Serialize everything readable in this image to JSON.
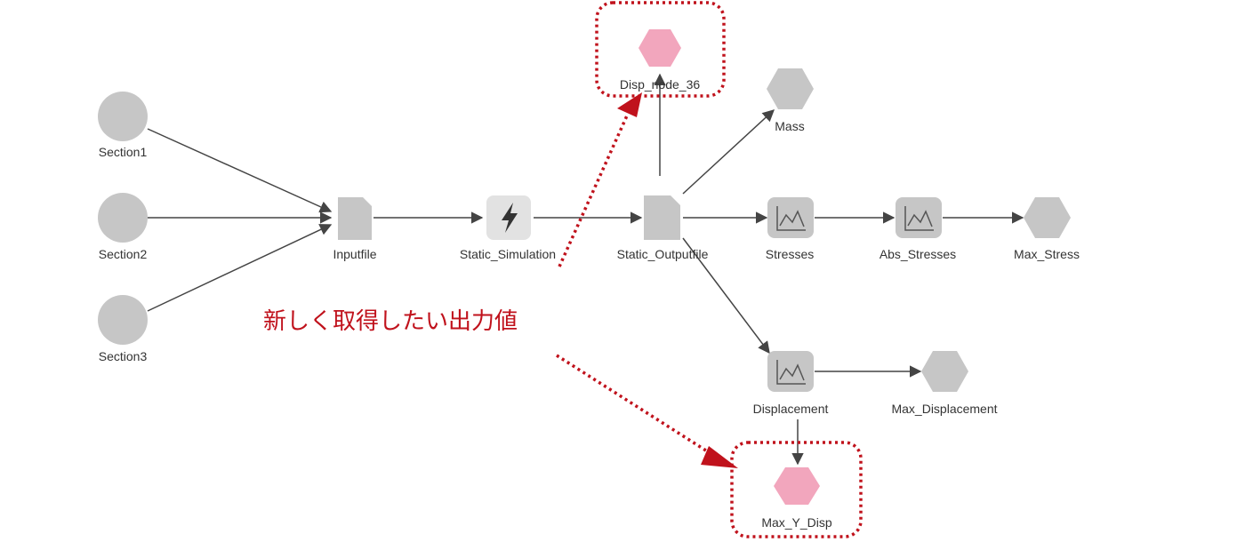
{
  "nodes": {
    "section1": "Section1",
    "section2": "Section2",
    "section3": "Section3",
    "inputfile": "Inputfile",
    "static_simulation": "Static_Simulation",
    "static_outputfile": "Static_Outputfile",
    "disp_node_36": "Disp_node_36",
    "mass": "Mass",
    "stresses": "Stresses",
    "abs_stresses": "Abs_Stresses",
    "max_stress": "Max_Stress",
    "displacement": "Displacement",
    "max_displacement": "Max_Displacement",
    "max_y_disp": "Max_Y_Disp"
  },
  "annotation": {
    "text": "新しく取得したい出力値"
  },
  "colors": {
    "node_gray": "#c6c6c6",
    "node_pink": "#f2a6bd",
    "process_node": "#e2e2e2",
    "edge": "#444444",
    "highlight_red": "#c0121c"
  }
}
